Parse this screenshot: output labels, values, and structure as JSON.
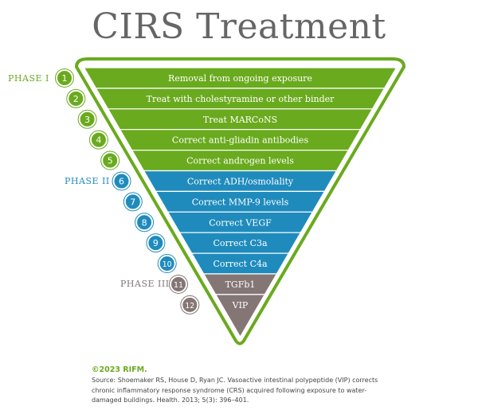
{
  "title": "CIRS Treatment",
  "colors": {
    "phase1": "#6aaa1e",
    "phase2": "#1f8bbd",
    "phase3": "#857676",
    "outline": "#6aaa1e"
  },
  "phases": [
    {
      "label": "PHASE I",
      "color": "#6aaa1e"
    },
    {
      "label": "PHASE II",
      "color": "#1f8bbd"
    },
    {
      "label": "PHASE III",
      "color": "#857676"
    }
  ],
  "steps": [
    {
      "num": "1",
      "text": "Removal from ongoing exposure",
      "phase": 0
    },
    {
      "num": "2",
      "text": "Treat with cholestyramine or other binder",
      "phase": 0
    },
    {
      "num": "3",
      "text": "Treat MARCoNS",
      "phase": 0
    },
    {
      "num": "4",
      "text": "Correct anti-gliadin antibodies",
      "phase": 0
    },
    {
      "num": "5",
      "text": "Correct androgen levels",
      "phase": 0
    },
    {
      "num": "6",
      "text": "Correct ADH/osmolality",
      "phase": 1
    },
    {
      "num": "7",
      "text": "Correct MMP-9 levels",
      "phase": 1
    },
    {
      "num": "8",
      "text": "Correct VEGF",
      "phase": 1
    },
    {
      "num": "9",
      "text": "Correct C3a",
      "phase": 1
    },
    {
      "num": "10",
      "text": "Correct C4a",
      "phase": 1
    },
    {
      "num": "11",
      "text": "TGFb1",
      "phase": 2
    },
    {
      "num": "12",
      "text": "VIP",
      "phase": 2
    }
  ],
  "footer": {
    "credit": "©2023 RIFM.",
    "source": "Source: Shoemaker RS, House D, Ryan JC. Vasoactive intestinal polypeptide (VIP) corrects chronic inflammatory response syndrome (CRS) acquired following exposure to water-damaged buildings. Health. 2013; 5(3): 396–401."
  }
}
